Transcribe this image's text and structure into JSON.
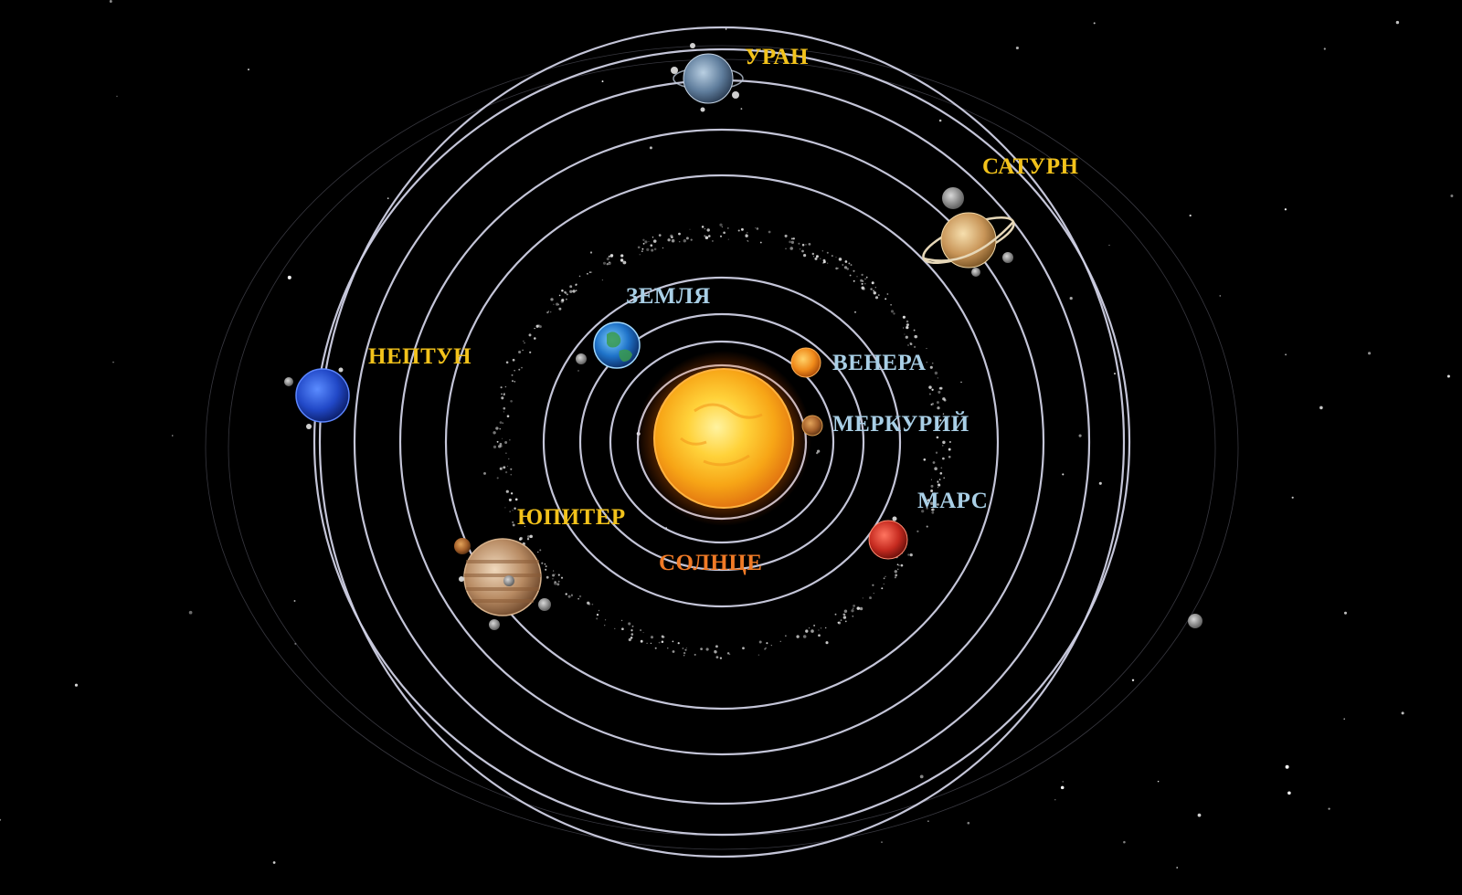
{
  "labels": {
    "uranus": "УРАН",
    "saturn": "САТУРН",
    "earth": "ЗЕМЛЯ",
    "neptune": "НЕПТУН",
    "venus": "ВЕНЕРА",
    "mercury": "МЕРКУРИЙ",
    "mars": "МАРС",
    "jupiter": "ЮПИТЕР",
    "sun": "СОЛНЦЕ"
  },
  "colors": {
    "background": "#000000",
    "orbit": "#cfd0e4",
    "label_outer_planets": "#f2c21b",
    "label_inner_planets": "#a9cfe6",
    "label_sun": "#f07a26"
  }
}
